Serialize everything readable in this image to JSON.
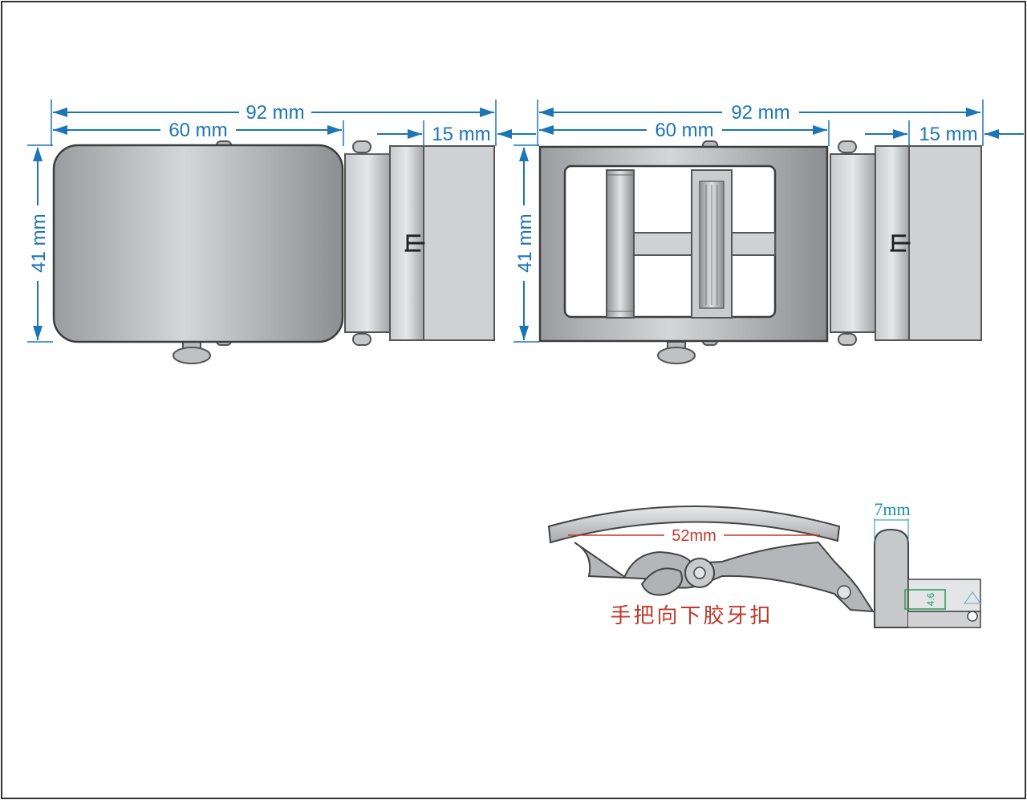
{
  "left_view": {
    "dim_total": "92 mm",
    "dim_plate": "60 mm",
    "dim_end": "15 mm",
    "dim_height": "41 mm",
    "logo_glyph": "山"
  },
  "right_view": {
    "dim_total": "92 mm",
    "dim_plate": "60 mm",
    "dim_end": "15 mm",
    "dim_height": "41 mm",
    "logo_glyph": "山"
  },
  "side_view": {
    "dim_width": "7mm",
    "dim_curve": "52mm",
    "dim_small": "4.6",
    "caption": "手把向下胶牙扣"
  },
  "colors": {
    "dimension": "#1b75b6",
    "annotation_red": "#c0392b",
    "metal": "#a9abad"
  }
}
